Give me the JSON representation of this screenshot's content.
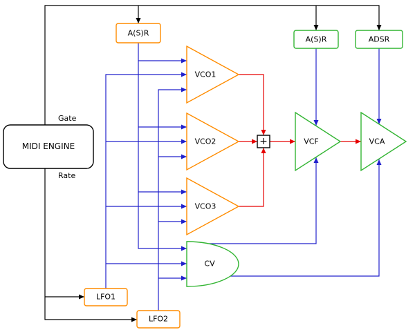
{
  "colors": {
    "black": "#000000",
    "blue": "#2121cc",
    "red": "#e60000",
    "orange": "#ff8c00",
    "green": "#33b533",
    "background": "#ffffff"
  },
  "nodes": {
    "asr_left": {
      "label": "A(S)R"
    },
    "asr_right": {
      "label": "A(S)R"
    },
    "adsr": {
      "label": "ADSR"
    },
    "midi_engine": {
      "label": "MIDI ENGINE"
    },
    "vco1": {
      "label": "VCO1"
    },
    "vco2": {
      "label": "VCO2"
    },
    "vco3": {
      "label": "VCO3"
    },
    "sum": {
      "label": "+"
    },
    "vcf": {
      "label": "VCF"
    },
    "vca": {
      "label": "VCA"
    },
    "cv": {
      "label": "CV"
    },
    "lfo1": {
      "label": "LFO1"
    },
    "lfo2": {
      "label": "LFO2"
    }
  },
  "labels": {
    "gate": "Gate",
    "rate": "Rate"
  }
}
